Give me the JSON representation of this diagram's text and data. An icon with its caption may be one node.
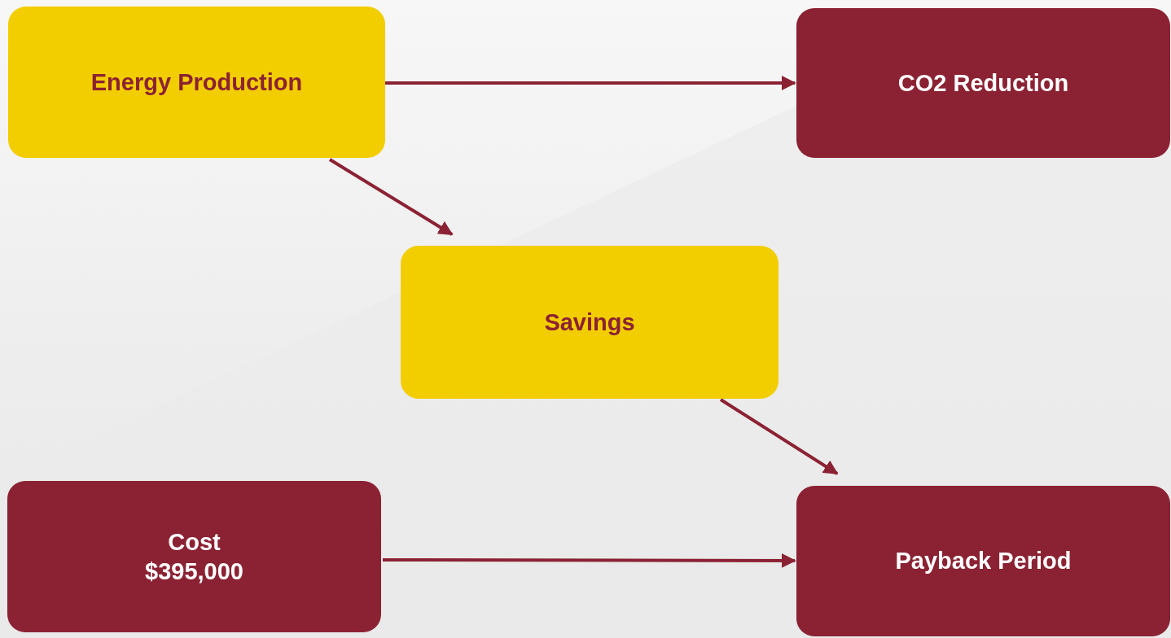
{
  "diagram": {
    "nodes": [
      {
        "text": [
          "Energy Production"
        ]
      },
      {
        "text": [
          "CO2 Reduction"
        ]
      },
      {
        "text": [
          "Savings"
        ]
      },
      {
        "text": [
          "Cost",
          "$395,000"
        ]
      },
      {
        "text": [
          "Payback Period"
        ]
      }
    ],
    "edges": [
      {
        "from": 0,
        "to": 1,
        "arrow": "to"
      },
      {
        "from": 0,
        "to": 2,
        "arrow": "to"
      },
      {
        "from": 2,
        "to": 4,
        "arrow": "to"
      },
      {
        "from": 3,
        "to": 4,
        "arrow": "to"
      }
    ]
  }
}
